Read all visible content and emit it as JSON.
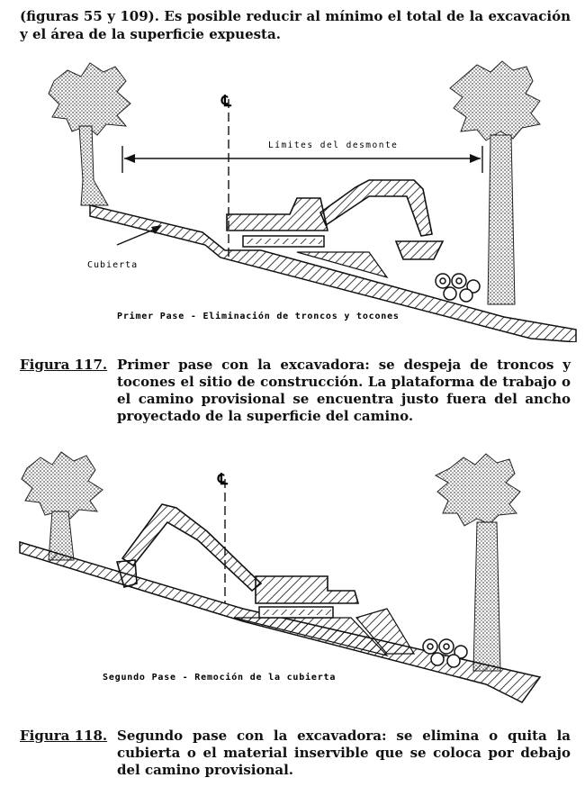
{
  "intro_text": "(figuras 55 y 109). Es posible reducir al mínimo el total de la excavación y el área de la superficie expuesta.",
  "figure117": {
    "centerline_symbol": "℄",
    "limits_label": "Límites del desmonte",
    "cover_label": "Cubierta",
    "stage_label": "Primer Pase - Eliminación de troncos y tocones",
    "caption_label": "Figura 117.",
    "caption_text": "Primer pase con la excavadora: se despeja de troncos y tocones el sitio de construcción. La plataforma de trabajo o el camino provisional se encuentra justo fuera del ancho proyectado de la superficie del camino."
  },
  "figure118": {
    "centerline_symbol": "℄",
    "stage_label": "Segundo Pase - Remoción de la cubierta",
    "caption_label": "Figura 118.",
    "caption_text": "Segundo pase con la excavadora: se elimina o quita la cubierta o el material inservible que se coloca por debajo del camino provisional."
  }
}
